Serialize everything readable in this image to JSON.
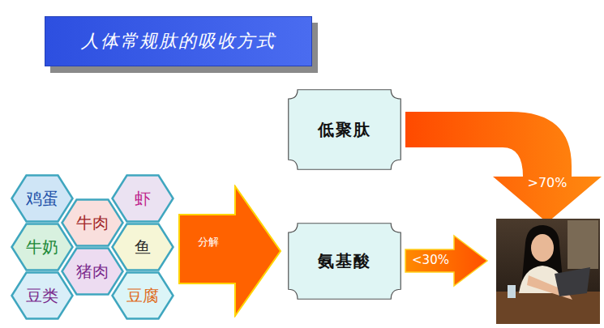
{
  "diagram": {
    "title": "人体常规肽的吸收方式",
    "nodes": [
      {
        "text": [
          "鸡蛋"
        ]
      },
      {
        "text": [
          "虾"
        ]
      },
      {
        "text": [
          "牛肉"
        ]
      },
      {
        "text": [
          "牛奶"
        ]
      },
      {
        "text": [
          "鱼"
        ]
      },
      {
        "text": [
          "猪肉"
        ]
      },
      {
        "text": [
          "豆类"
        ]
      },
      {
        "text": [
          "豆腐"
        ]
      },
      {
        "text": [
          "分解"
        ]
      },
      {
        "text": [
          "低聚肽"
        ]
      },
      {
        "text": [
          "氨基酸"
        ]
      }
    ],
    "labels": [
      ">70%",
      "<30%"
    ]
  }
}
